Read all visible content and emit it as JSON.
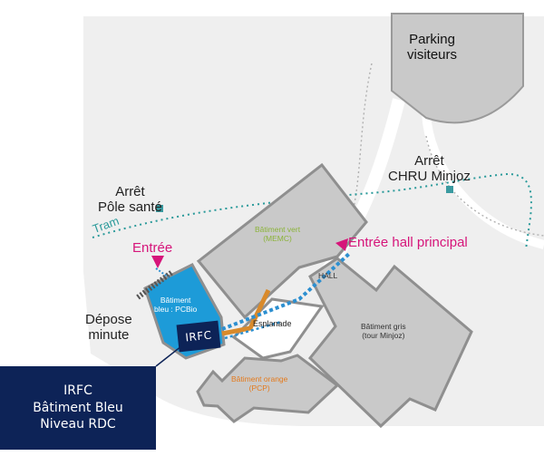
{
  "map": {
    "parking_label": "Parking\nvisiteurs",
    "tram_stops": [
      {
        "name": "Arrêt\nPôle santé"
      },
      {
        "name": "Arrêt\nCHRU Minjoz"
      }
    ],
    "tram_label": "Tram",
    "entrances": {
      "entree": "Entrée",
      "entree_hall_principal": "Entrée hall principal"
    },
    "buildings": {
      "vert": "Bâtiment vert\n(MEMC)",
      "bleu": "Bâtiment\nbleu : PCBio",
      "gris": "Bâtiment gris\n(tour Minjoz)",
      "orange": "Bâtiment orange\n(PCP)"
    },
    "areas": {
      "hall": "HALL",
      "esplanade": "Esplanade",
      "depose_minute": "Dépose\nminute"
    },
    "irfc_tag": "IRFC",
    "legend": {
      "line1": "IRFC",
      "line2": "Bâtiment Bleu",
      "line3": "Niveau RDC"
    }
  },
  "colors": {
    "background_area": "#efefef",
    "building_fill": "#c9c9c9",
    "building_outline": "#8f8f8f",
    "blue_building": "#1d9bd8",
    "navy": "#0d2357",
    "tram_dots": "#2a9a9a",
    "entrance_magenta": "#d6157a",
    "vert_text": "#8bb33a",
    "orange_text": "#e47a1c",
    "path_blue": "#2c8fd0",
    "path_orange": "#d98a2b"
  }
}
